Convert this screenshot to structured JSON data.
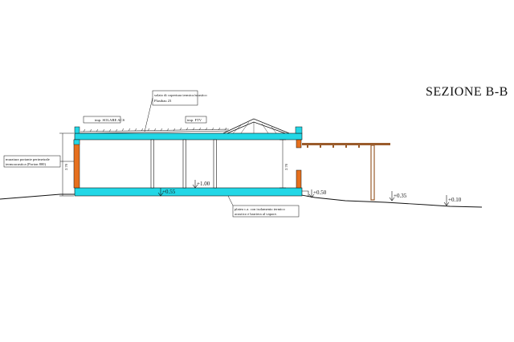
{
  "title": "SEZIONE B-B",
  "notes": {
    "roof_slab_line1": "solaio di copertura termico/acustico",
    "roof_slab_line2": "Plastbau 23",
    "solar_acs": "imp. SOLARE ACS",
    "ftv": "imp. FTV",
    "wall_line1": "muratura portante perimetrale",
    "wall_line2": "termoacustica (Porton 800)",
    "slab_line1": "platea c.a. con isolamento termico",
    "slab_line2": "acustico e barriera al vapore."
  },
  "levels": {
    "floor": "+0.55",
    "inner": "+1.00",
    "terrace": "+0.50",
    "ground_a": "+0.35",
    "ground_b": "+0.10"
  },
  "dimensions": {
    "left_height": "2.70",
    "inner_height": "2.70"
  },
  "colors": {
    "structure": "#22d7e6",
    "wall": "#e6701e",
    "timber": "#9a5c2c",
    "line": "#111111"
  }
}
